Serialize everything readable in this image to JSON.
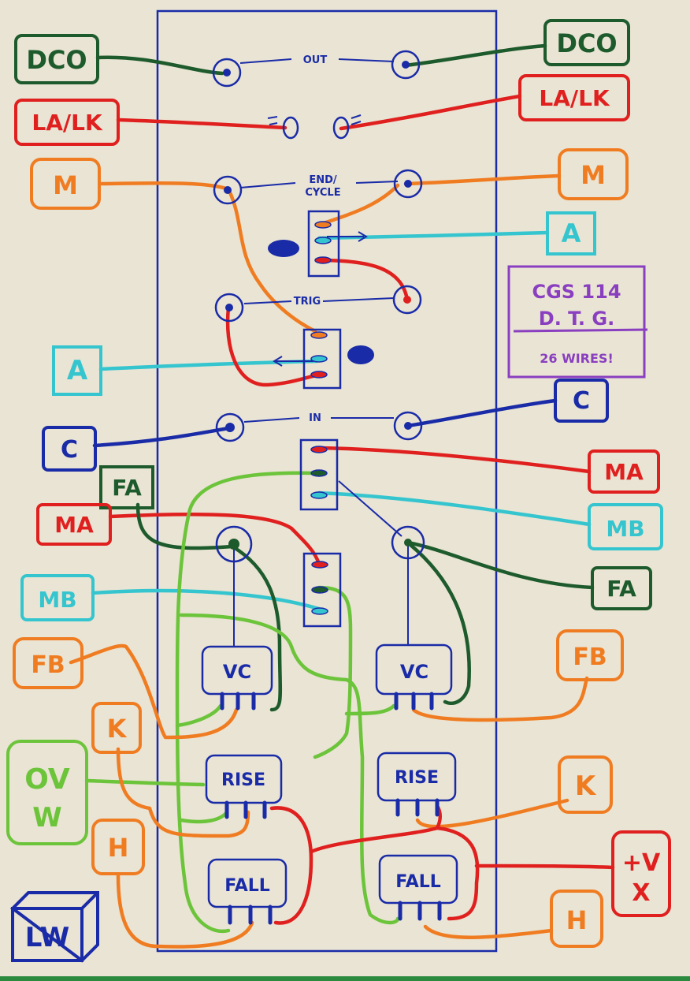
{
  "colors": {
    "paper": "#e9e4d3",
    "panel": "#1a2ba8",
    "dark_green": "#1d5a2c",
    "red": "#e0201f",
    "orange": "#f07c22",
    "cyan": "#35c5cf",
    "blue": "#1a2ba8",
    "green": "#6cc43a",
    "purple": "#8a3fc0"
  },
  "labels": {
    "dco": "DCO",
    "la_lk": "LA/LK",
    "m": "M",
    "a": "A",
    "c": "C",
    "fa": "FA",
    "ma": "MA",
    "mb": "MB",
    "fb": "FB",
    "k": "K",
    "ovw_1": "OV",
    "ovw_2": "W",
    "h": "H",
    "tv_1": "+V",
    "tv_2": "X",
    "lw": "LW"
  },
  "panel_text": {
    "out": "OUT",
    "end_cycle_1": "END/",
    "end_cycle_2": "CYCLE",
    "trig": "TRIG",
    "in": "IN",
    "vc": "VC",
    "rise": "RISE",
    "fall": "FALL"
  },
  "title_box": {
    "line1": "CGS 114",
    "line2": "D. T. G.",
    "line3": "26 WIRES!"
  }
}
